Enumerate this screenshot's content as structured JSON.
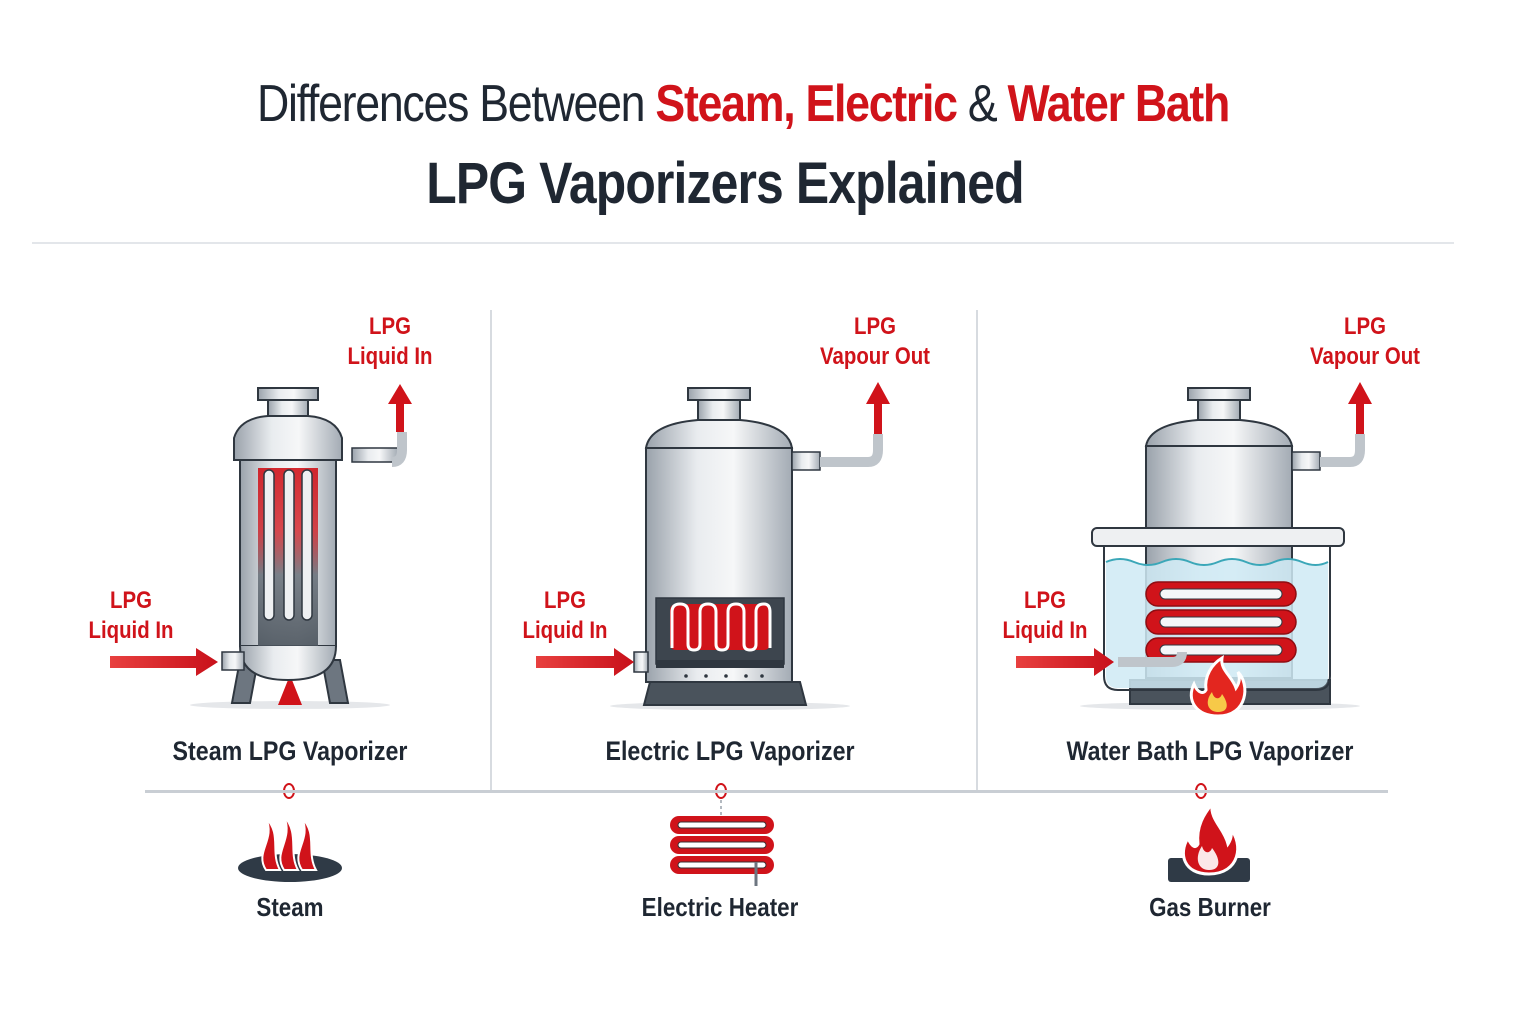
{
  "title": {
    "line1_prefix": "Differences Between ",
    "line1_highlight1": "Steam,",
    "line1_highlight2": "Electric",
    "line1_amp": " & ",
    "line1_highlight3": "Water Bath",
    "line2": "LPG Vaporizers Explained"
  },
  "colors": {
    "accent_red": "#d0131a",
    "dark_text": "#1f2732",
    "steel": "#c7ccd2",
    "water": "#cfeaf4",
    "divider": "#d7dbe0"
  },
  "panels": [
    {
      "name": "Steam LPG Vaporizer",
      "inlet_label_line1": "LPG",
      "inlet_label_line2": "Liquid In",
      "outlet_label_line1": "LPG",
      "outlet_label_line2": "Liquid In",
      "heat_source": "Steam",
      "heat_icon": "steam-icon"
    },
    {
      "name": "Electric LPG Vaporizer",
      "inlet_label_line1": "LPG",
      "inlet_label_line2": "Liquid In",
      "outlet_label_line1": "LPG",
      "outlet_label_line2": "Vapour Out",
      "heat_source": "Electric Heater",
      "heat_icon": "electric-heater-coil-icon"
    },
    {
      "name": "Water Bath LPG Vaporizer",
      "inlet_label_line1": "LPG",
      "inlet_label_line2": "Liquid In",
      "outlet_label_line1": "LPG",
      "outlet_label_line2": "Vapour Out",
      "heat_source": "Gas Burner",
      "heat_icon": "gas-burner-flame-icon"
    }
  ]
}
